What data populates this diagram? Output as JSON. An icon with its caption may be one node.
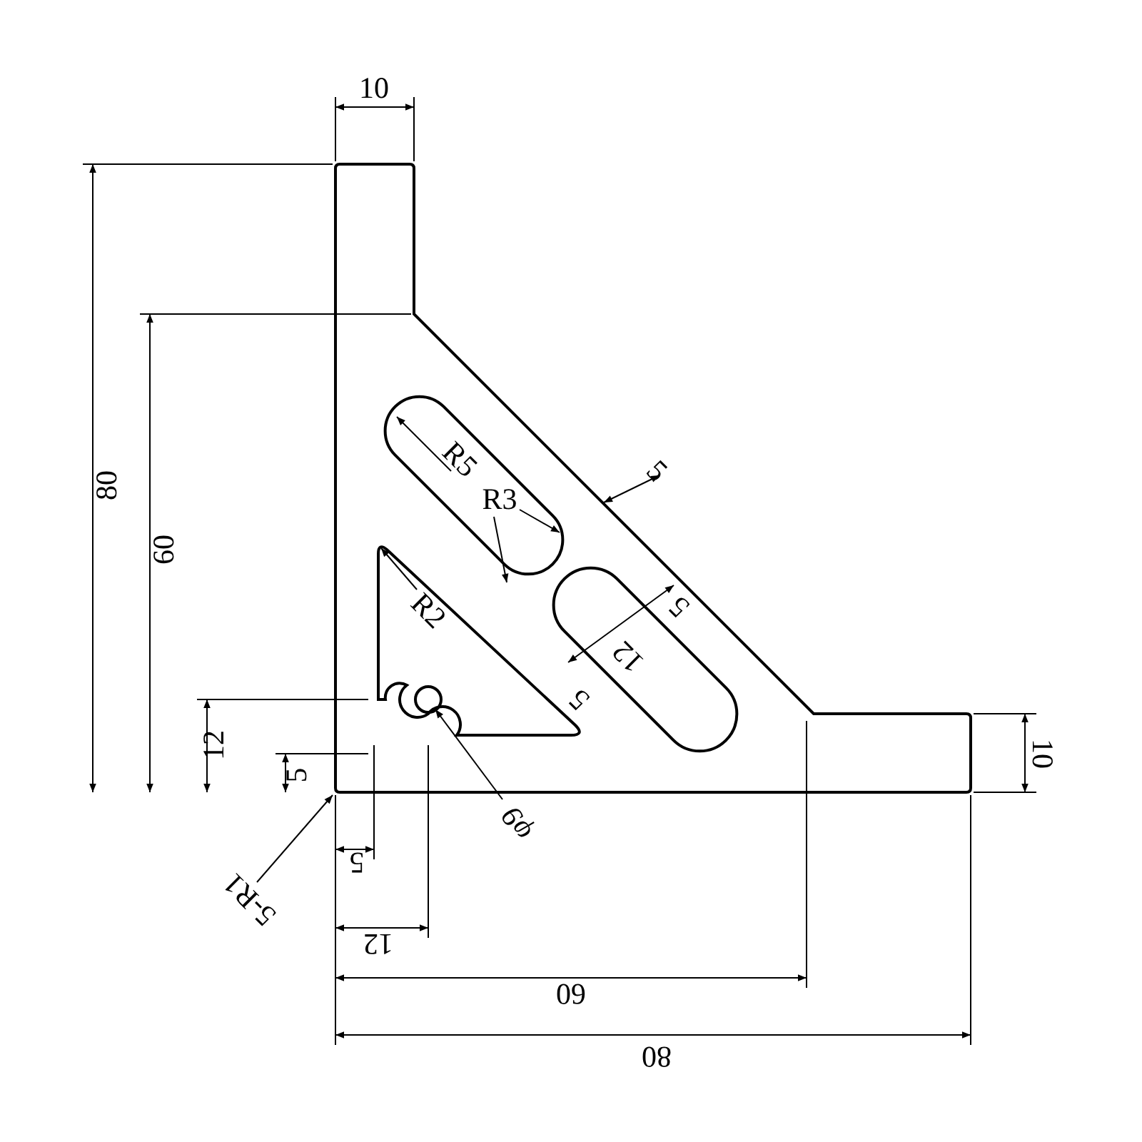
{
  "diagram": {
    "nodes": [
      {
        "text": [],
        "shape": "box"
      },
      {
        "text": [
          "R5"
        ],
        "in": 0
      },
      {
        "text": [
          "R3"
        ],
        "in": 0
      },
      {
        "text": [],
        "shape": "triangle"
      },
      {
        "text": [
          "R2"
        ],
        "in": 3
      },
      {
        "text": [],
        "shape": "circle",
        "in": 3
      },
      {
        "text": [
          "φ9"
        ]
      },
      {
        "text": [
          "5-R1"
        ]
      },
      {
        "text": [],
        "shape": "box"
      }
    ],
    "edges": [
      {
        "from": 1,
        "to": 0,
        "arrow": "to"
      },
      {
        "from": 2,
        "to": 0,
        "arrow": "to"
      },
      {
        "from": 2,
        "to": 0,
        "arrow": "to"
      },
      {
        "from": 4,
        "to": 3,
        "arrow": "to"
      },
      {
        "from": 6,
        "to": 5,
        "arrow": "to"
      },
      {
        "from": 7,
        "to": null,
        "arrow": "to"
      }
    ],
    "labels": [
      "10",
      "80",
      "60",
      "5",
      "5",
      "12",
      "5",
      "12",
      "10",
      "5",
      "5",
      "12",
      "60",
      "80"
    ]
  }
}
